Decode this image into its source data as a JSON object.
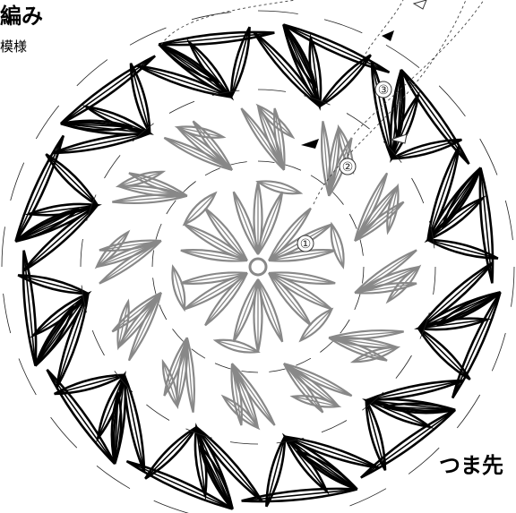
{
  "title": "編み",
  "subtitle": "模様",
  "tip_label": "つま先",
  "round_markers": [
    "①",
    "②",
    "③"
  ],
  "colors": {
    "outer": "#000000",
    "inner": "#888888",
    "arrows": "#222222"
  }
}
